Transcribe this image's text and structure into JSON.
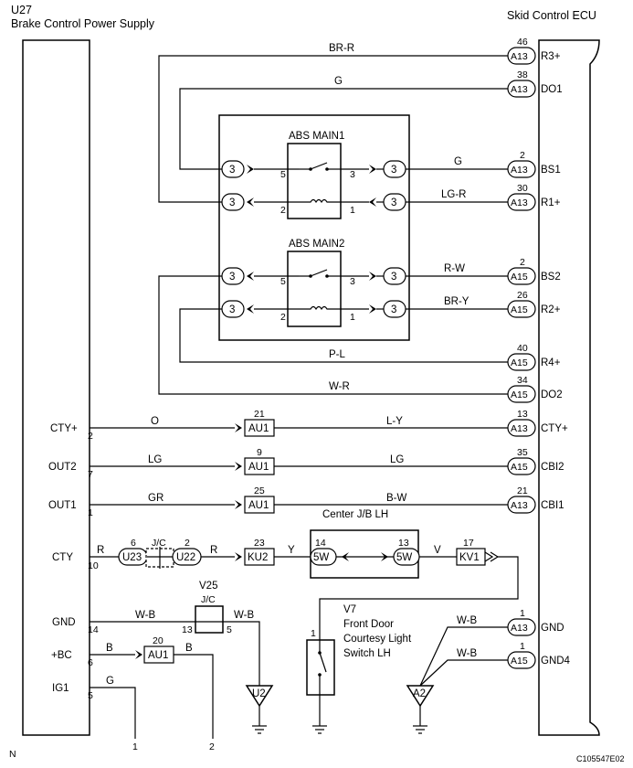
{
  "left_unit": {
    "code": "U27",
    "name": "Brake Control Power Supply"
  },
  "right_unit": {
    "name": "Skid Control ECU"
  },
  "relays": [
    {
      "name": "ABS MAIN1",
      "pin_tl": "5",
      "pin_tr": "3",
      "pin_bl": "2",
      "pin_br": "1",
      "conn": "3"
    },
    {
      "name": "ABS MAIN2",
      "pin_tl": "5",
      "pin_tr": "3",
      "pin_bl": "2",
      "pin_br": "1",
      "conn": "3"
    }
  ],
  "ecu_pins": [
    {
      "num": "46",
      "conn": "A13",
      "name": "R3+",
      "wire": "BR-R"
    },
    {
      "num": "38",
      "conn": "A13",
      "name": "DO1",
      "wire": "G"
    },
    {
      "num": "2",
      "conn": "A13",
      "name": "BS1",
      "wire": "G"
    },
    {
      "num": "30",
      "conn": "A13",
      "name": "R1+",
      "wire": "LG-R"
    },
    {
      "num": "2",
      "conn": "A15",
      "name": "BS2",
      "wire": "R-W"
    },
    {
      "num": "26",
      "conn": "A15",
      "name": "R2+",
      "wire": "BR-Y"
    },
    {
      "num": "40",
      "conn": "A15",
      "name": "R4+",
      "wire": "P-L"
    },
    {
      "num": "34",
      "conn": "A15",
      "name": "DO2",
      "wire": "W-R"
    },
    {
      "num": "13",
      "conn": "A13",
      "name": "CTY+",
      "wire": "L-Y"
    },
    {
      "num": "35",
      "conn": "A15",
      "name": "CBI2",
      "wire": "LG"
    },
    {
      "num": "21",
      "conn": "A13",
      "name": "CBI1",
      "wire": "B-W"
    },
    {
      "num": "1",
      "conn": "A13",
      "name": "GND",
      "wire": "W-B"
    },
    {
      "num": "1",
      "conn": "A15",
      "name": "GND4",
      "wire": "W-B"
    }
  ],
  "left_pins": [
    {
      "name": "CTY+",
      "num": "2",
      "wire": "O",
      "conn": "AU1",
      "conn_pin": "21"
    },
    {
      "name": "OUT2",
      "num": "7",
      "wire": "LG",
      "conn": "AU1",
      "conn_pin": "9"
    },
    {
      "name": "OUT1",
      "num": "1",
      "wire": "GR",
      "conn": "AU1",
      "conn_pin": "25"
    },
    {
      "name": "CTY",
      "num": "10",
      "wire": "R"
    },
    {
      "name": "GND",
      "num": "14",
      "wire": "W-B"
    },
    {
      "name": "+BC",
      "num": "6",
      "wire": "B",
      "conn": "AU1",
      "conn_pin": "20",
      "wire_after": "B"
    },
    {
      "name": "IG1",
      "num": "5",
      "wire": "G"
    }
  ],
  "center_jb": "Center J/B LH",
  "cty_chain": {
    "u23": "U23",
    "u23_pin": "6",
    "jc": "J/C",
    "u22": "U22",
    "u22_pin": "2",
    "wire_r2": "R",
    "ku2": "KU2",
    "ku2_pin": "23",
    "wire_y": "Y",
    "sw_l": "5W",
    "sw_l_pin": "14",
    "sw_r": "5W",
    "sw_r_pin": "13",
    "wire_v": "V",
    "kv1": "KV1",
    "kv1_pin": "17"
  },
  "v25": {
    "code": "V25",
    "jc": "J/C",
    "pin_l": "13",
    "pin_r": "5",
    "wire": "W-B"
  },
  "v7": {
    "code": "V7",
    "line1": "Front Door",
    "line2": "Courtesy Light",
    "line3": "Switch LH",
    "pin": "1"
  },
  "grounds": {
    "u2": "U2",
    "a2": "A2"
  },
  "bottom_pins": {
    "p1": "1",
    "p2": "2"
  },
  "corner": {
    "left": "N",
    "right": "C105547E02"
  }
}
